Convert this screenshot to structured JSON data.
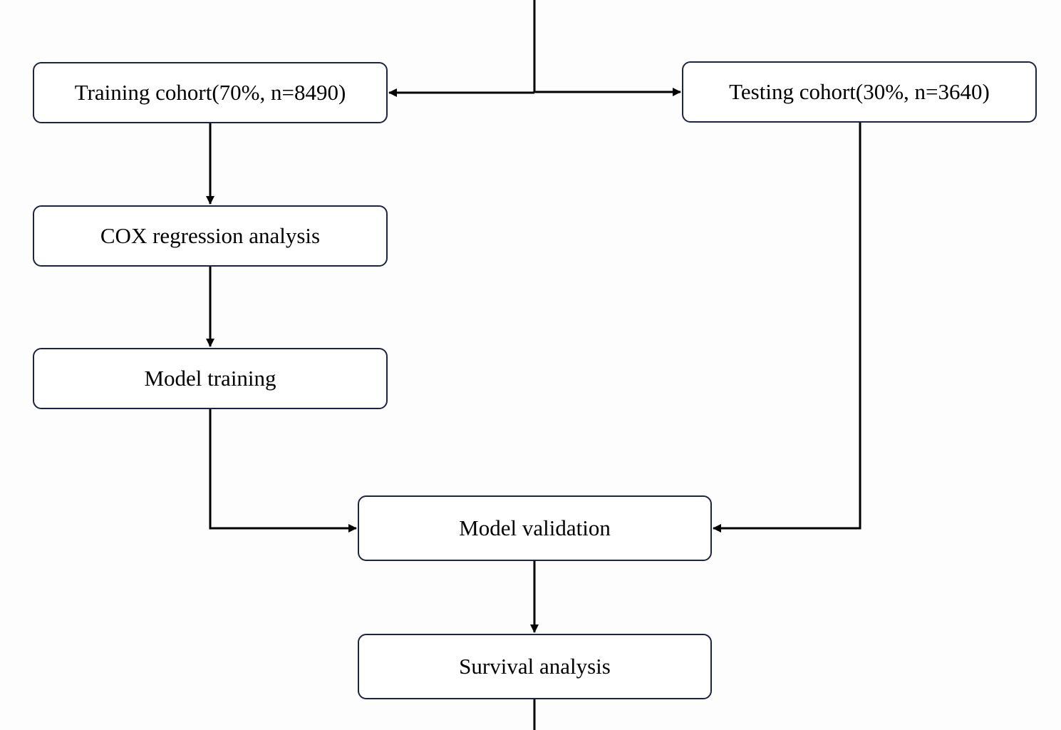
{
  "diagram": {
    "nodes": {
      "training_cohort": "Training cohort(70%, n=8490)",
      "testing_cohort": "Testing cohort(30%, n=3640)",
      "cox_regression": "COX regression analysis",
      "model_training": "Model training",
      "model_validation": "Model validation",
      "survival_analysis": "Survival analysis"
    },
    "edges": [
      {
        "from": "(above)",
        "to": "training_cohort"
      },
      {
        "from": "(above)",
        "to": "testing_cohort"
      },
      {
        "from": "training_cohort",
        "to": "cox_regression"
      },
      {
        "from": "cox_regression",
        "to": "model_training"
      },
      {
        "from": "model_training",
        "to": "model_validation"
      },
      {
        "from": "testing_cohort",
        "to": "model_validation"
      },
      {
        "from": "model_validation",
        "to": "survival_analysis"
      },
      {
        "from": "survival_analysis",
        "to": "(below)"
      }
    ],
    "colors": {
      "line": "#000000",
      "box_border": "#1c2540",
      "box_fill": "#ffffff",
      "background": "#fdfdfd"
    }
  }
}
